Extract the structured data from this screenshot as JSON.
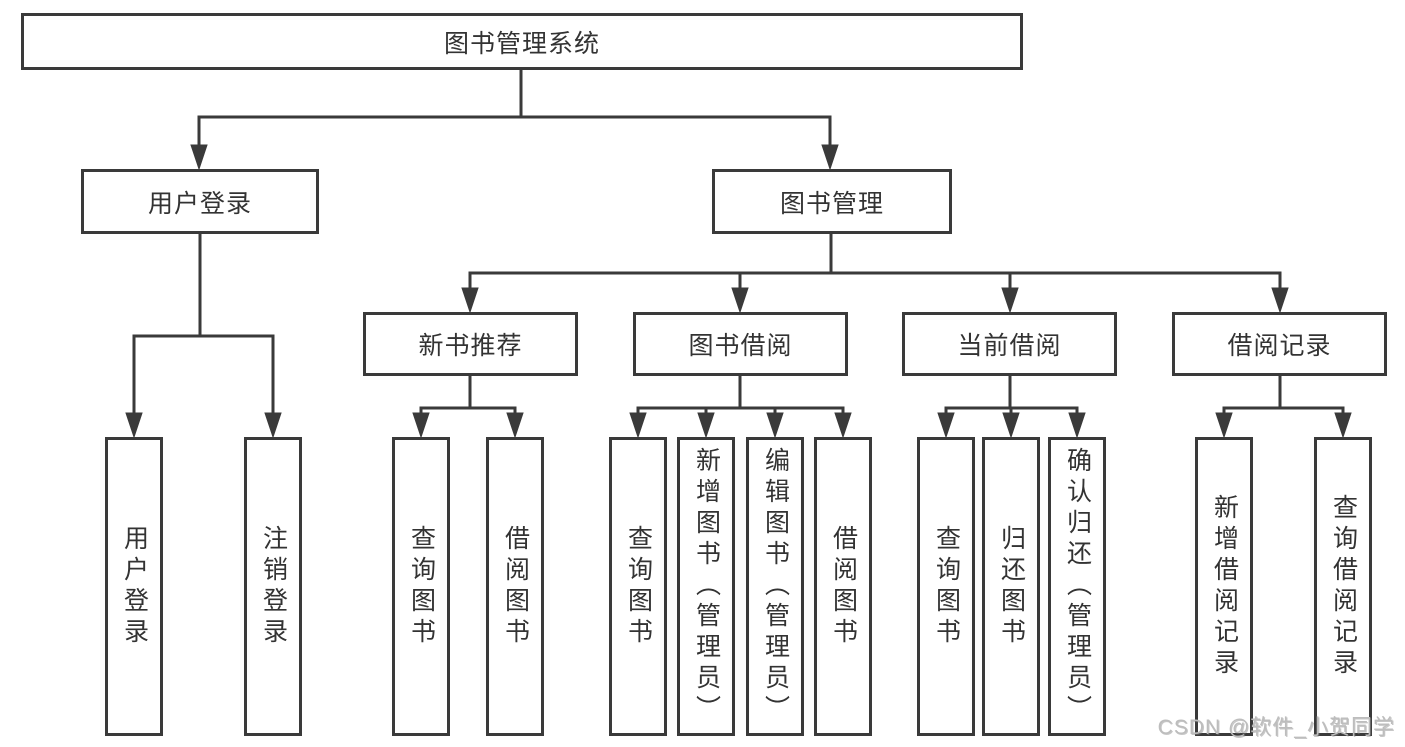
{
  "tree": {
    "root": {
      "label": "图书管理系统",
      "children": [
        {
          "label": "用户登录",
          "children": [
            {
              "label": "用户登录"
            },
            {
              "label": "注销登录"
            }
          ]
        },
        {
          "label": "图书管理",
          "children": [
            {
              "label": "新书推荐",
              "children": [
                {
                  "label": "查询图书"
                },
                {
                  "label": "借阅图书"
                }
              ]
            },
            {
              "label": "图书借阅",
              "children": [
                {
                  "label": "查询图书"
                },
                {
                  "label": "新增图书（管理员）"
                },
                {
                  "label": "编辑图书（管理员）"
                },
                {
                  "label": "借阅图书"
                }
              ]
            },
            {
              "label": "当前借阅",
              "children": [
                {
                  "label": "查询图书"
                },
                {
                  "label": "归还图书"
                },
                {
                  "label": "确认归还（管理员）"
                }
              ]
            },
            {
              "label": "借阅记录",
              "children": [
                {
                  "label": "新增借阅记录"
                },
                {
                  "label": "查询借阅记录"
                }
              ]
            }
          ]
        }
      ]
    }
  },
  "watermark": {
    "text": "CSDN @软件_小贺同学"
  },
  "colors": {
    "line": "#3a3a3a",
    "text": "#333333",
    "watermark": "#bdbdbd",
    "background": "#ffffff"
  }
}
